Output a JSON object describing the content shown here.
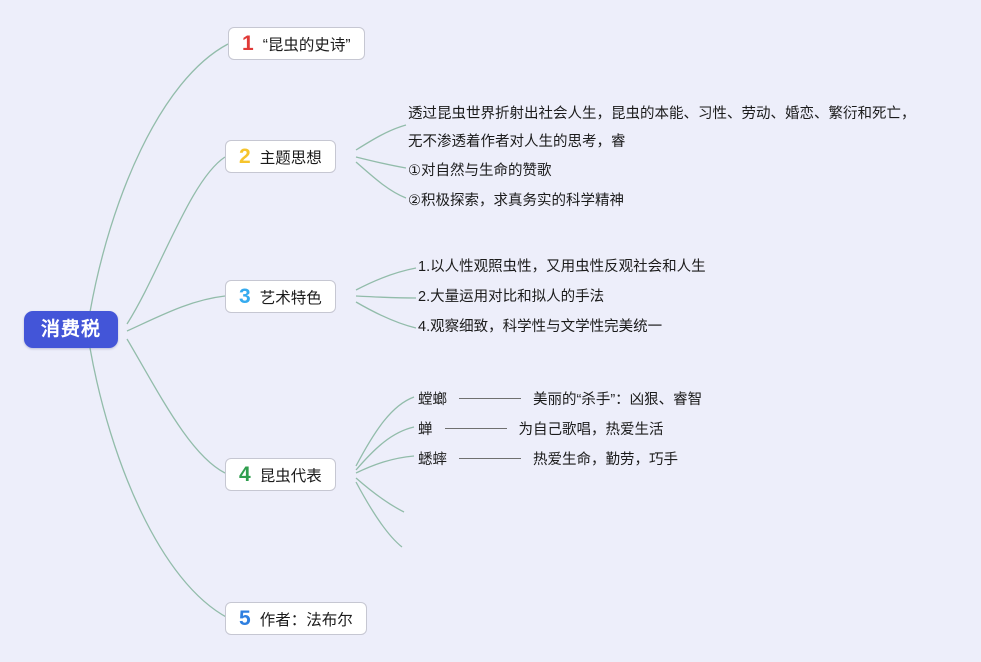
{
  "root": {
    "label": "消费税",
    "color": "#4355d8"
  },
  "connector_color": "#92bcaa",
  "branches": [
    {
      "num": "1",
      "num_color": "#e03a38",
      "label": "“昆虫的史诗”",
      "children": []
    },
    {
      "num": "2",
      "num_color": "#f6c42c",
      "label": "主题思想",
      "children": [
        {
          "text": "透过昆虫世界折射出社会人生，昆虫的本能、习性、劳动、婚恋、繁衍和死亡，无不渗透着作者对人生的思考，睿"
        },
        {
          "text": "①对自然与生命的赞歌"
        },
        {
          "text": "②积极探索，求真务实的科学精神"
        }
      ]
    },
    {
      "num": "3",
      "num_color": "#35abef",
      "label": "艺术特色",
      "children": [
        {
          "text": "1.以人性观照虫性，又用虫性反观社会和人生"
        },
        {
          "text": "2.大量运用对比和拟人的手法"
        },
        {
          "text": "4.观察细致，科学性与文学性完美统一"
        }
      ]
    },
    {
      "num": "4",
      "num_color": "#2f9e4e",
      "label": "昆虫代表",
      "children": [
        {
          "name": "螳螂",
          "desc": "美丽的“杀手”：凶狠、睿智"
        },
        {
          "name": "蝉",
          "desc": "为自己歌唱，热爱生活"
        },
        {
          "name": "蟋蟀",
          "desc": "热爱生命，勤劳，巧手"
        }
      ]
    },
    {
      "num": "5",
      "num_color": "#2e7fe0",
      "label": "作者：法布尔",
      "children": []
    }
  ]
}
